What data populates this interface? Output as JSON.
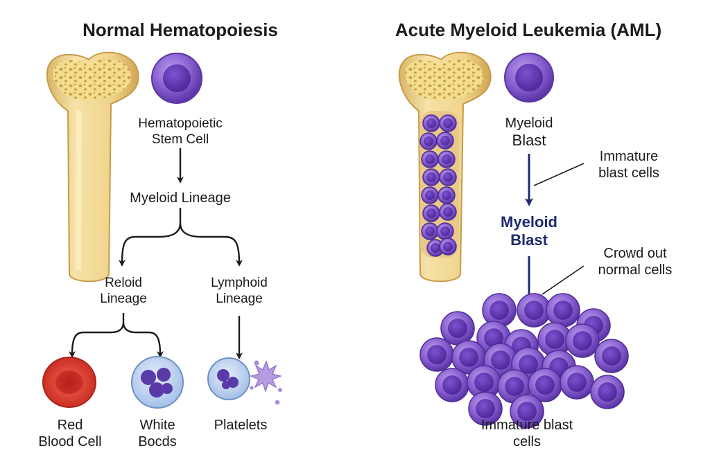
{
  "left_panel": {
    "title": "Normal Hematopoiesis",
    "stem_cell_label": [
      "Hematopoietic",
      "Stem Cell"
    ],
    "myeloid_lineage": "Myeloid Lineage",
    "branch_left": [
      "Reloid",
      "Lineage"
    ],
    "branch_right": [
      "Lymphoid",
      "Lineage"
    ],
    "red_cell": [
      "Red",
      "Blood Cell"
    ],
    "white_cell": [
      "White",
      "Bocds"
    ],
    "platelets": "Platelets"
  },
  "right_panel": {
    "title": "Acute Myeloid Leukemia (AML)",
    "top_cell_label": [
      "Myeloid",
      "Blast"
    ],
    "middle_label": [
      "Myeloid",
      "Blast"
    ],
    "annotation_top": [
      "Immature",
      "blast cells"
    ],
    "annotation_mid": [
      "Crowd out",
      "normal cells"
    ],
    "bottom_label": [
      "Immature blast",
      "cells"
    ]
  },
  "colors": {
    "bone": "#f2dc8c",
    "bone_dark": "#d9b35c",
    "blast": "#6a3fb8",
    "blast_light": "#9a78d8",
    "arrow": "#1a1a1a",
    "arrow_blue": "#1f2a6e",
    "rbc": "#d8362c",
    "wbc": "#a9c6ea"
  }
}
